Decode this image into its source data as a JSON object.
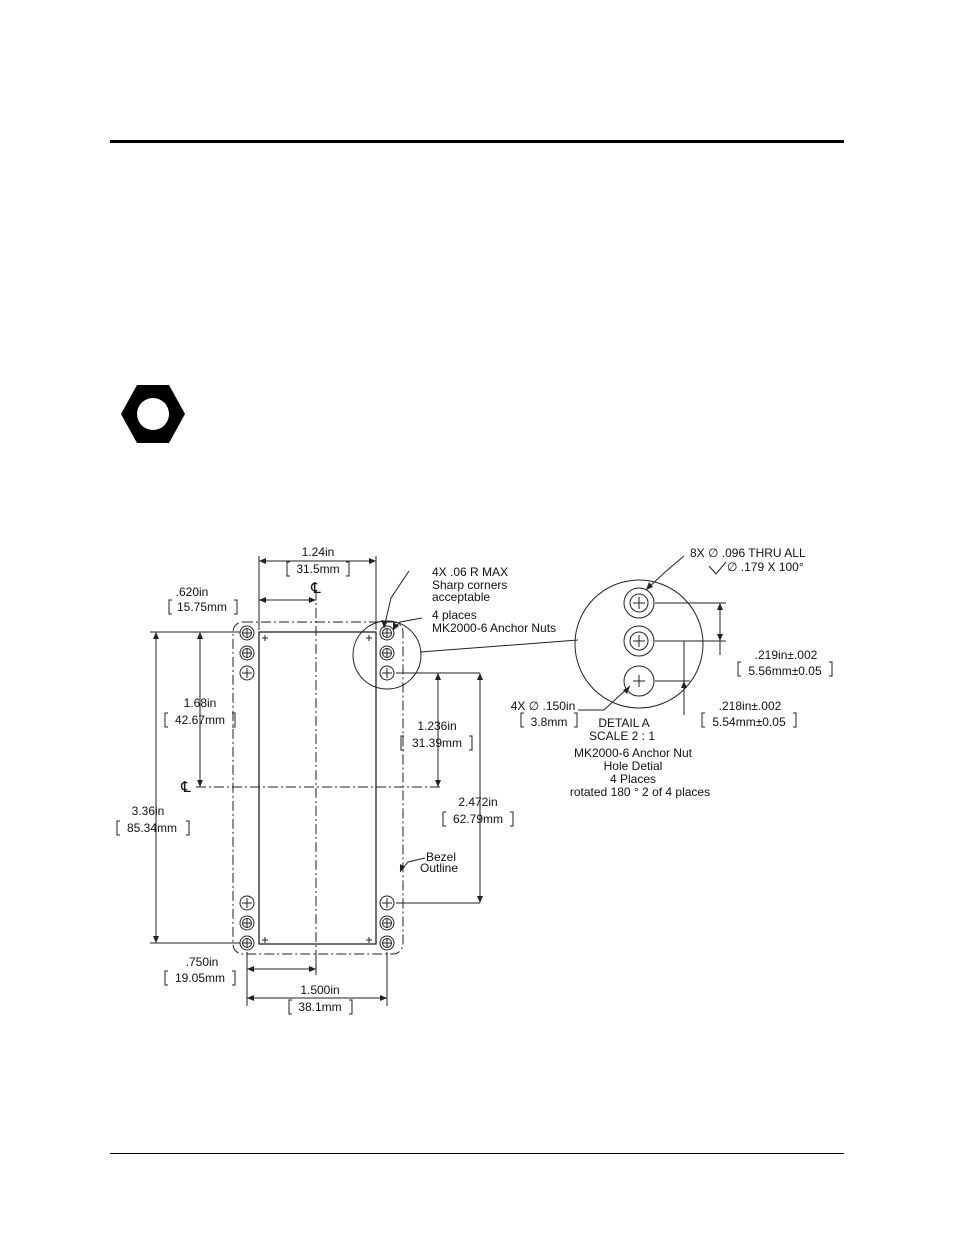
{
  "icons": {
    "hex-nut": "hex-nut-icon"
  },
  "dims": {
    "w_in": "1.24in",
    "w_mm": "31.5mm",
    "half_in": ".620in",
    "half_mm": "15.75mm",
    "a_in": "1.68in",
    "a_mm": "42.67mm",
    "h_in": "3.36in",
    "h_mm": "85.34mm",
    "b_in": "1.236in",
    "b_mm": "31.39mm",
    "c_in": "2.472in",
    "c_mm": "62.79mm",
    "e_in": ".750in",
    "e_mm": "19.05mm",
    "f_in": "1.500in",
    "f_mm": "38.1mm"
  },
  "notes": {
    "corner_1": "4X .06 R MAX",
    "corner_2": "Sharp corners",
    "corner_3": "acceptable",
    "nuts_1": "4 places",
    "nuts_2": "MK2000-6 Anchor Nuts",
    "bezel_1": "Bezel",
    "bezel_2": "Outline",
    "centerline": "℄"
  },
  "detail": {
    "thru_1": "8X ∅ .096 THRU ALL",
    "thru_2": "∅ .179 X 100°",
    "p1_in": ".219in±.002",
    "p1_mm": "5.56mm±0.05",
    "p2_in": ".218in±.002",
    "p2_mm": "5.54mm±0.05",
    "hole_in": "4X ∅ .150in",
    "hole_mm": "3.8mm",
    "label": "DETAIL A",
    "scale": "SCALE 2 : 1",
    "cap_1": "MK2000-6 Anchor Nut",
    "cap_2": "Hole Detial",
    "cap_3": "4 Places",
    "cap_4": "rotated 180 ° 2 of 4 places"
  }
}
